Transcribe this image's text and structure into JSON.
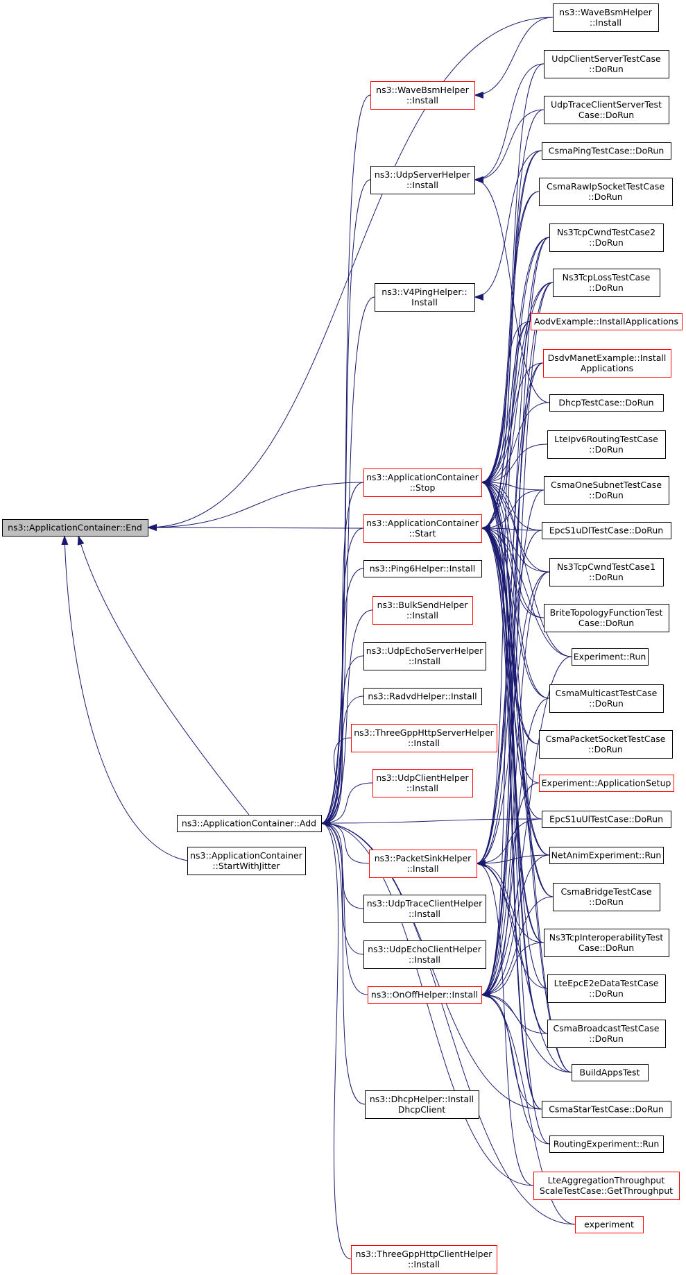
{
  "colors": {
    "edge": "#191970",
    "node_border": "#000000",
    "incomplete_node_border": "#ff0000",
    "focus_fill": "#bfbfbf",
    "background": "#ffffff"
  },
  "nodes": [
    {
      "id": "end",
      "lines": [
        "ns3::ApplicationContainer::End"
      ],
      "border": "black",
      "fill": "grey"
    },
    {
      "id": "add",
      "lines": [
        "ns3::ApplicationContainer::Add"
      ],
      "border": "black"
    },
    {
      "id": "startJitter",
      "lines": [
        "ns3::ApplicationContainer",
        "::StartWithJitter"
      ],
      "border": "black"
    },
    {
      "id": "wbsm1",
      "lines": [
        "ns3::WaveBsmHelper",
        "::Install"
      ],
      "border": "red"
    },
    {
      "id": "udpServer",
      "lines": [
        "ns3::UdpServerHelper",
        "::Install"
      ],
      "border": "black"
    },
    {
      "id": "v4ping",
      "lines": [
        "ns3::V4PingHelper::",
        "Install"
      ],
      "border": "black"
    },
    {
      "id": "stop",
      "lines": [
        "ns3::ApplicationContainer",
        "::Stop"
      ],
      "border": "red"
    },
    {
      "id": "start",
      "lines": [
        "ns3::ApplicationContainer",
        "::Start"
      ],
      "border": "red"
    },
    {
      "id": "ping6",
      "lines": [
        "ns3::Ping6Helper::Install"
      ],
      "border": "black"
    },
    {
      "id": "bulk",
      "lines": [
        "ns3::BulkSendHelper",
        "::Install"
      ],
      "border": "red"
    },
    {
      "id": "udpEchoServer",
      "lines": [
        "ns3::UdpEchoServerHelper",
        "::Install"
      ],
      "border": "black"
    },
    {
      "id": "radvd",
      "lines": [
        "ns3::RadvdHelper::Install"
      ],
      "border": "black"
    },
    {
      "id": "tgppServer",
      "lines": [
        "ns3::ThreeGppHttpServerHelper",
        "::Install"
      ],
      "border": "red"
    },
    {
      "id": "udpClient",
      "lines": [
        "ns3::UdpClientHelper",
        "::Install"
      ],
      "border": "red"
    },
    {
      "id": "sink",
      "lines": [
        "ns3::PacketSinkHelper",
        "::Install"
      ],
      "border": "red"
    },
    {
      "id": "udpTrace",
      "lines": [
        "ns3::UdpTraceClientHelper",
        "::Install"
      ],
      "border": "black"
    },
    {
      "id": "udpEchoClient",
      "lines": [
        "ns3::UdpEchoClientHelper",
        "::Install"
      ],
      "border": "black"
    },
    {
      "id": "onoff",
      "lines": [
        "ns3::OnOffHelper::Install"
      ],
      "border": "red"
    },
    {
      "id": "dhcp",
      "lines": [
        "ns3::DhcpHelper::Install",
        "DhcpClient"
      ],
      "border": "black"
    },
    {
      "id": "tgppClient",
      "lines": [
        "ns3::ThreeGppHttpClientHelper",
        "::Install"
      ],
      "border": "red"
    },
    {
      "id": "wbsm2",
      "lines": [
        "ns3::WaveBsmHelper",
        "::Install"
      ],
      "border": "black"
    },
    {
      "id": "r1",
      "lines": [
        "UdpClientServerTestCase",
        "::DoRun"
      ],
      "border": "black"
    },
    {
      "id": "r2",
      "lines": [
        "UdpTraceClientServerTest",
        "Case::DoRun"
      ],
      "border": "black"
    },
    {
      "id": "r3",
      "lines": [
        "CsmaPingTestCase::DoRun"
      ],
      "border": "black"
    },
    {
      "id": "r4",
      "lines": [
        "CsmaRawIpSocketTestCase",
        "::DoRun"
      ],
      "border": "black"
    },
    {
      "id": "r5",
      "lines": [
        "Ns3TcpCwndTestCase2",
        "::DoRun"
      ],
      "border": "black"
    },
    {
      "id": "r6",
      "lines": [
        "Ns3TcpLossTestCase",
        "::DoRun"
      ],
      "border": "black"
    },
    {
      "id": "r7",
      "lines": [
        "AodvExample::InstallApplications"
      ],
      "border": "red"
    },
    {
      "id": "r8",
      "lines": [
        "DsdvManetExample::Install",
        "Applications"
      ],
      "border": "red"
    },
    {
      "id": "r9",
      "lines": [
        "DhcpTestCase::DoRun"
      ],
      "border": "black"
    },
    {
      "id": "r10",
      "lines": [
        "LteIpv6RoutingTestCase",
        "::DoRun"
      ],
      "border": "black"
    },
    {
      "id": "r11",
      "lines": [
        "CsmaOneSubnetTestCase",
        "::DoRun"
      ],
      "border": "black"
    },
    {
      "id": "r12",
      "lines": [
        "EpcS1uDlTestCase::DoRun"
      ],
      "border": "black"
    },
    {
      "id": "r13",
      "lines": [
        "Ns3TcpCwndTestCase1",
        "::DoRun"
      ],
      "border": "black"
    },
    {
      "id": "r14",
      "lines": [
        "BriteTopologyFunctionTest",
        "Case::DoRun"
      ],
      "border": "black"
    },
    {
      "id": "r15",
      "lines": [
        "Experiment::Run"
      ],
      "border": "black"
    },
    {
      "id": "r16",
      "lines": [
        "CsmaMulticastTestCase",
        "::DoRun"
      ],
      "border": "black"
    },
    {
      "id": "r17",
      "lines": [
        "CsmaPacketSocketTestCase",
        "::DoRun"
      ],
      "border": "black"
    },
    {
      "id": "r18",
      "lines": [
        "Experiment::ApplicationSetup"
      ],
      "border": "red"
    },
    {
      "id": "r19",
      "lines": [
        "EpcS1uUlTestCase::DoRun"
      ],
      "border": "black"
    },
    {
      "id": "r20",
      "lines": [
        "NetAnimExperiment::Run"
      ],
      "border": "black"
    },
    {
      "id": "r21",
      "lines": [
        "CsmaBridgeTestCase",
        "::DoRun"
      ],
      "border": "black"
    },
    {
      "id": "r22",
      "lines": [
        "Ns3TcpInteroperabilityTest",
        "Case::DoRun"
      ],
      "border": "black"
    },
    {
      "id": "r23",
      "lines": [
        "LteEpcE2eDataTestCase",
        "::DoRun"
      ],
      "border": "black"
    },
    {
      "id": "r24",
      "lines": [
        "CsmaBroadcastTestCase",
        "::DoRun"
      ],
      "border": "black"
    },
    {
      "id": "r25",
      "lines": [
        "BuildAppsTest"
      ],
      "border": "black"
    },
    {
      "id": "r26",
      "lines": [
        "CsmaStarTestCase::DoRun"
      ],
      "border": "black"
    },
    {
      "id": "r27",
      "lines": [
        "RoutingExperiment::Run"
      ],
      "border": "black"
    },
    {
      "id": "r28",
      "lines": [
        "LteAggregationThroughput",
        "ScaleTestCase::GetThroughput"
      ],
      "border": "red"
    },
    {
      "id": "r29",
      "lines": [
        "experiment"
      ],
      "border": "red"
    }
  ],
  "edges": [
    [
      "wbsm2",
      "end"
    ],
    [
      "stop",
      "end"
    ],
    [
      "start",
      "end"
    ],
    [
      "add",
      "end"
    ],
    [
      "startJitter",
      "end"
    ],
    [
      "wbsm1",
      "add"
    ],
    [
      "udpServer",
      "add"
    ],
    [
      "v4ping",
      "add"
    ],
    [
      "stop",
      "add"
    ],
    [
      "start",
      "add"
    ],
    [
      "ping6",
      "add"
    ],
    [
      "bulk",
      "add"
    ],
    [
      "udpEchoServer",
      "add"
    ],
    [
      "radvd",
      "add"
    ],
    [
      "tgppServer",
      "add"
    ],
    [
      "udpClient",
      "add"
    ],
    [
      "r19",
      "add"
    ],
    [
      "sink",
      "add"
    ],
    [
      "udpTrace",
      "add"
    ],
    [
      "udpEchoClient",
      "add"
    ],
    [
      "onoff",
      "add"
    ],
    [
      "dhcp",
      "add"
    ],
    [
      "tgppClient",
      "add"
    ],
    [
      "r26",
      "add"
    ],
    [
      "r28",
      "add"
    ],
    [
      "r29",
      "add"
    ],
    [
      "wbsm2",
      "wbsm1"
    ],
    [
      "r1",
      "udpServer"
    ],
    [
      "r2",
      "udpServer"
    ],
    [
      "r9",
      "udpServer"
    ],
    [
      "r3",
      "v4ping"
    ],
    [
      "r1",
      "stop"
    ],
    [
      "r2",
      "stop"
    ],
    [
      "r3",
      "stop"
    ],
    [
      "r4",
      "stop"
    ],
    [
      "r5",
      "stop"
    ],
    [
      "r6",
      "stop"
    ],
    [
      "r7",
      "stop"
    ],
    [
      "r8",
      "stop"
    ],
    [
      "r9",
      "stop"
    ],
    [
      "r10",
      "stop"
    ],
    [
      "r11",
      "stop"
    ],
    [
      "r12",
      "stop"
    ],
    [
      "r13",
      "stop"
    ],
    [
      "r14",
      "stop"
    ],
    [
      "r15",
      "stop"
    ],
    [
      "r16",
      "stop"
    ],
    [
      "r17",
      "stop"
    ],
    [
      "r20",
      "stop"
    ],
    [
      "r21",
      "stop"
    ],
    [
      "r22",
      "stop"
    ],
    [
      "r24",
      "stop"
    ],
    [
      "r25",
      "stop"
    ],
    [
      "r26",
      "stop"
    ],
    [
      "r3",
      "start"
    ],
    [
      "r4",
      "start"
    ],
    [
      "r5",
      "start"
    ],
    [
      "r6",
      "start"
    ],
    [
      "r11",
      "start"
    ],
    [
      "r12",
      "start"
    ],
    [
      "r13",
      "start"
    ],
    [
      "r14",
      "start"
    ],
    [
      "r15",
      "start"
    ],
    [
      "r16",
      "start"
    ],
    [
      "r17",
      "start"
    ],
    [
      "r18",
      "start"
    ],
    [
      "r19",
      "start"
    ],
    [
      "r20",
      "start"
    ],
    [
      "r21",
      "start"
    ],
    [
      "r22",
      "start"
    ],
    [
      "r23",
      "start"
    ],
    [
      "r24",
      "start"
    ],
    [
      "r25",
      "start"
    ],
    [
      "r26",
      "start"
    ],
    [
      "r27",
      "start"
    ],
    [
      "r5",
      "sink"
    ],
    [
      "r6",
      "sink"
    ],
    [
      "r7",
      "sink"
    ],
    [
      "r8",
      "sink"
    ],
    [
      "r12",
      "sink"
    ],
    [
      "r13",
      "sink"
    ],
    [
      "r19",
      "sink"
    ],
    [
      "r20",
      "sink"
    ],
    [
      "r22",
      "sink"
    ],
    [
      "r23",
      "sink"
    ],
    [
      "r25",
      "sink"
    ],
    [
      "r28",
      "sink"
    ],
    [
      "r5",
      "onoff"
    ],
    [
      "r6",
      "onoff"
    ],
    [
      "r7",
      "onoff"
    ],
    [
      "r8",
      "onoff"
    ],
    [
      "r11",
      "onoff"
    ],
    [
      "r13",
      "onoff"
    ],
    [
      "r15",
      "onoff"
    ],
    [
      "r16",
      "onoff"
    ],
    [
      "r18",
      "onoff"
    ],
    [
      "r20",
      "onoff"
    ],
    [
      "r21",
      "onoff"
    ],
    [
      "r22",
      "onoff"
    ],
    [
      "r24",
      "onoff"
    ],
    [
      "r25",
      "onoff"
    ],
    [
      "r26",
      "onoff"
    ],
    [
      "r27",
      "onoff"
    ],
    [
      "r29",
      "onoff"
    ]
  ]
}
